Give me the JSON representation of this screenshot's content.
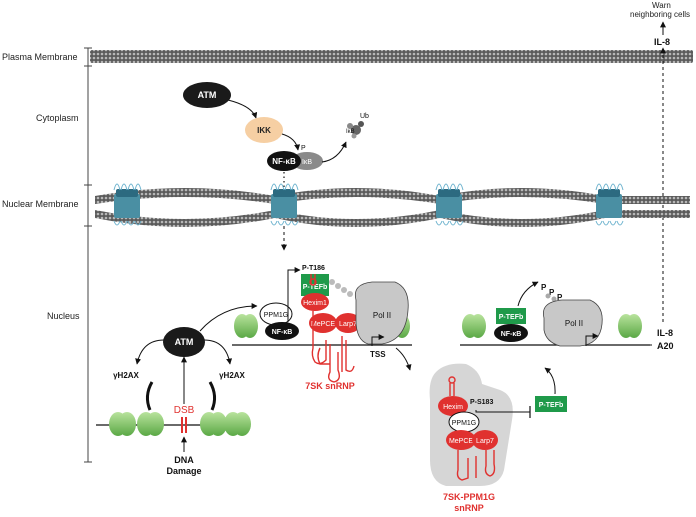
{
  "compartments": {
    "plasma_membrane": "Plasma Membrane",
    "cytoplasm": "Cytoplasm",
    "nuclear_membrane": "Nuclear Membrane",
    "nucleus": "Nucleus"
  },
  "top_note": {
    "line1": "Warn",
    "line2": "neighboring cells"
  },
  "il8_top": "IL-8",
  "cytoplasm": {
    "atm": "ATM",
    "ikk": "IKK",
    "nfkb": "NF-κB",
    "ikb": "IκB",
    "p": "P",
    "ub": "Ub",
    "ikb_degraded": "IκB"
  },
  "dna_damage": {
    "atm": "ATM",
    "h2ax_left": "γH2AX",
    "h2ax_right": "γH2AX",
    "dsb": "DSB",
    "damage_line1": "DNA",
    "damage_line2": "Damage"
  },
  "snrnp_7sk": {
    "ppm1g": "PPM1G",
    "nfkb": "NF-κB",
    "pt186": "P-T186",
    "ptefb": "P-TEFb",
    "hexim1": "Hexim1",
    "mepce": "MePCE",
    "larp7": "Larp7",
    "pol2": "Pol II",
    "tss": "TSS",
    "title": "7SK snRNP"
  },
  "elongation": {
    "ptefb": "P-TEFb",
    "nfkb": "NF-κB",
    "pol2": "Pol II",
    "p1": "P",
    "p2": "P",
    "p3": "P",
    "gene1": "IL-8",
    "gene2": "A20"
  },
  "snrnp_ppm1g": {
    "hexim": "Hexim",
    "ppm1g": "PPM1G",
    "ps183": "P-S183",
    "mepce": "MePCE",
    "larp7": "Larp7",
    "ptefb": "P-TEFb",
    "title_line1": "7SK-PPM1G",
    "title_line2": "snRNP"
  },
  "colors": {
    "atm": "#1a1a1a",
    "ikk": "#f6cfa3",
    "hexim_red": "#e0312f",
    "ptefb_green": "#1f9a4a",
    "rna_red": "#e0312f",
    "pol2_gray": "#c8c8c8",
    "pore_teal": "#4a8fa3",
    "nucleosome_green": "#8cc96a",
    "complex_bg": "#d6d6d6"
  }
}
